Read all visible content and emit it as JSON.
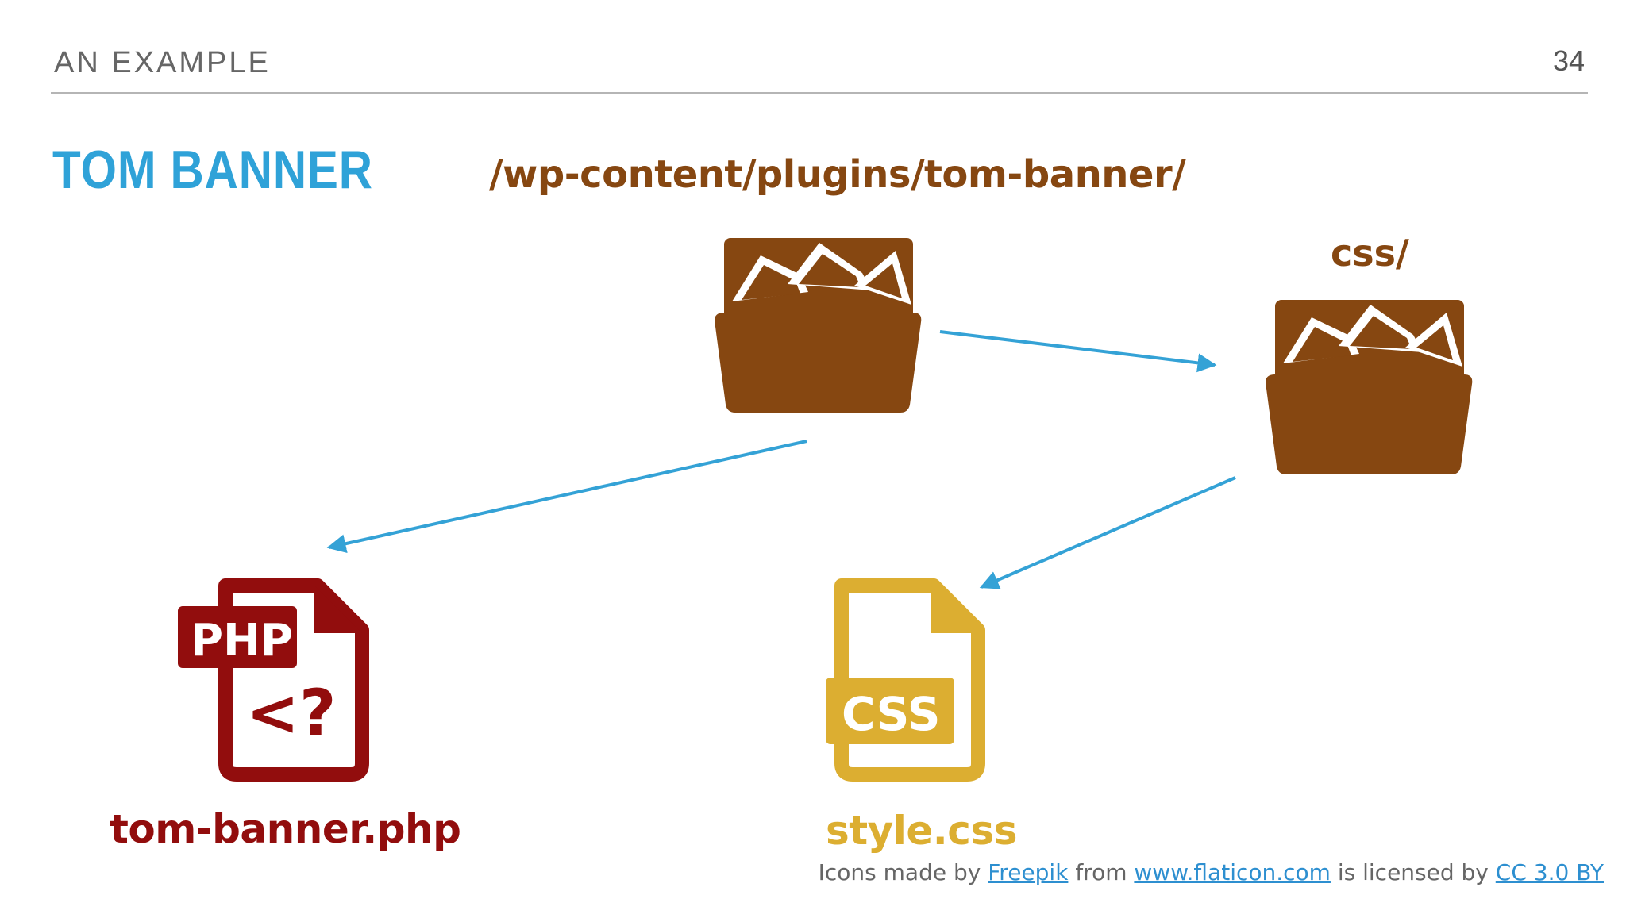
{
  "header": {
    "section": "AN EXAMPLE",
    "page_number": "34"
  },
  "title": "TOM BANNER",
  "diagram": {
    "root_folder_label": "/wp-content/plugins/tom-banner/",
    "css_folder_label": "css/",
    "php_file_label": "tom-banner.php",
    "php_icon_text": "PHP",
    "php_icon_glyph": "<?",
    "css_file_label": "style.css",
    "css_icon_text": "CSS"
  },
  "credit": {
    "prefix": "Icons made by ",
    "author": "Freepik",
    "middle1": " from ",
    "site": "www.flaticon.com",
    "middle2": " is licensed by ",
    "license": "CC 3.0 BY"
  },
  "colors": {
    "title": "#2fa2d8",
    "folder": "#864711",
    "php": "#920d0d",
    "css": "#dcae31",
    "arrow": "#34a2d6"
  },
  "icons": [
    "folder-icon",
    "php-file-icon",
    "css-file-icon"
  ]
}
